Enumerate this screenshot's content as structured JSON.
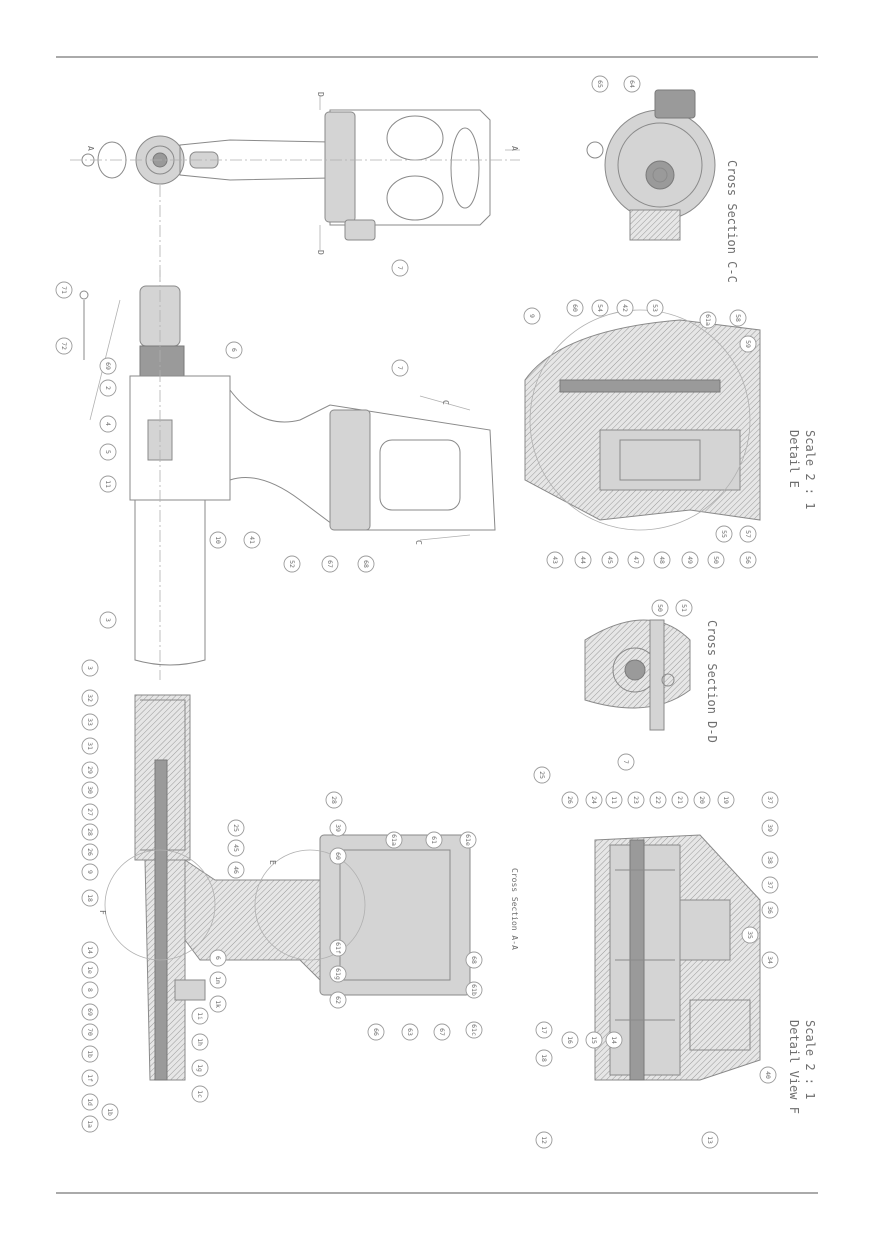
{
  "colors": {
    "line": "#8a8a8a",
    "text": "#6e6e6e",
    "background": "#ffffff"
  },
  "captions": {
    "cross_section_cc": "Cross Section C-C",
    "cross_section_dd": "Cross Section D-D",
    "cross_section_aa": "Cross Section A-A",
    "detail_e_title": "Detail E",
    "detail_e_scale": "Scale 2 : 1",
    "detail_f_title": "Detail View F",
    "detail_f_scale": "Scale 2 : 1"
  },
  "section_markers": {
    "a": "A",
    "c": "C",
    "d": "D",
    "e": "E",
    "f": "F"
  },
  "callouts": {
    "top_view": [
      "7",
      "71",
      "72",
      "69",
      "2",
      "4",
      "5",
      "11",
      "3",
      "10",
      "41",
      "6",
      "7",
      "52",
      "67",
      "68",
      "65",
      "64"
    ],
    "section_aa": [
      "3",
      "32",
      "33",
      "31",
      "29",
      "30",
      "27",
      "28",
      "26",
      "9",
      "18",
      "14",
      "1e",
      "8",
      "69",
      "70",
      "1b",
      "1f",
      "1d",
      "1a",
      "1b",
      "1c",
      "1g",
      "1h",
      "1i",
      "1k",
      "1m",
      "6",
      "46",
      "45",
      "25",
      "28",
      "39",
      "60",
      "61a",
      "61",
      "61e",
      "61f",
      "61g",
      "62",
      "66",
      "63",
      "67",
      "68",
      "61b",
      "61c",
      "61d"
    ],
    "detail_e": [
      "9",
      "60",
      "54",
      "42",
      "53",
      "61a",
      "58",
      "59",
      "43",
      "44",
      "45",
      "47",
      "48",
      "49",
      "50",
      "55",
      "57",
      "56"
    ],
    "detail_f": [
      "25",
      "26",
      "24",
      "11",
      "23",
      "22",
      "21",
      "20",
      "19",
      "17",
      "16",
      "15",
      "14",
      "12",
      "18",
      "13",
      "40",
      "34",
      "35",
      "36",
      "37",
      "38",
      "39",
      "37"
    ],
    "section_dd": [
      "50",
      "51",
      "7"
    ]
  }
}
